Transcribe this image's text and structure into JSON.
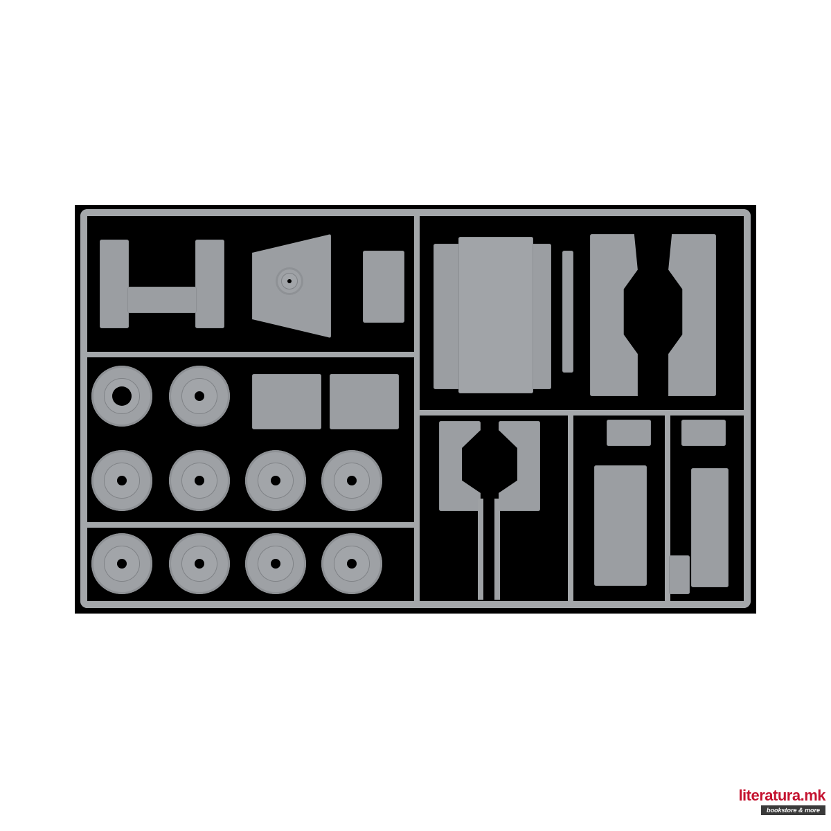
{
  "image": {
    "description": "Grey plastic model kit sprue with vehicle parts on a black background",
    "background_color": "#ffffff",
    "photo_background_color": "#000000",
    "plastic_color": "#9ea1a4"
  },
  "sprue": {
    "tire_count": 10,
    "tires": [
      {
        "row": 1,
        "col": 1,
        "hub": "open"
      },
      {
        "row": 1,
        "col": 2,
        "hub": "rim"
      },
      {
        "row": 2,
        "col": 1,
        "hub": "rim"
      },
      {
        "row": 2,
        "col": 2,
        "hub": "rim"
      },
      {
        "row": 2,
        "col": 3,
        "hub": "rim"
      },
      {
        "row": 2,
        "col": 4,
        "hub": "rim"
      },
      {
        "row": 3,
        "col": 1,
        "hub": "plain"
      },
      {
        "row": 3,
        "col": 2,
        "hub": "plain"
      },
      {
        "row": 3,
        "col": 3,
        "hub": "plain"
      },
      {
        "row": 3,
        "col": 4,
        "hub": "plain"
      }
    ]
  },
  "watermark": {
    "title": "literatura.mk",
    "tagline": "bookstore & more",
    "title_color": "#c4122f",
    "tag_bg": "#3a3a3a"
  }
}
